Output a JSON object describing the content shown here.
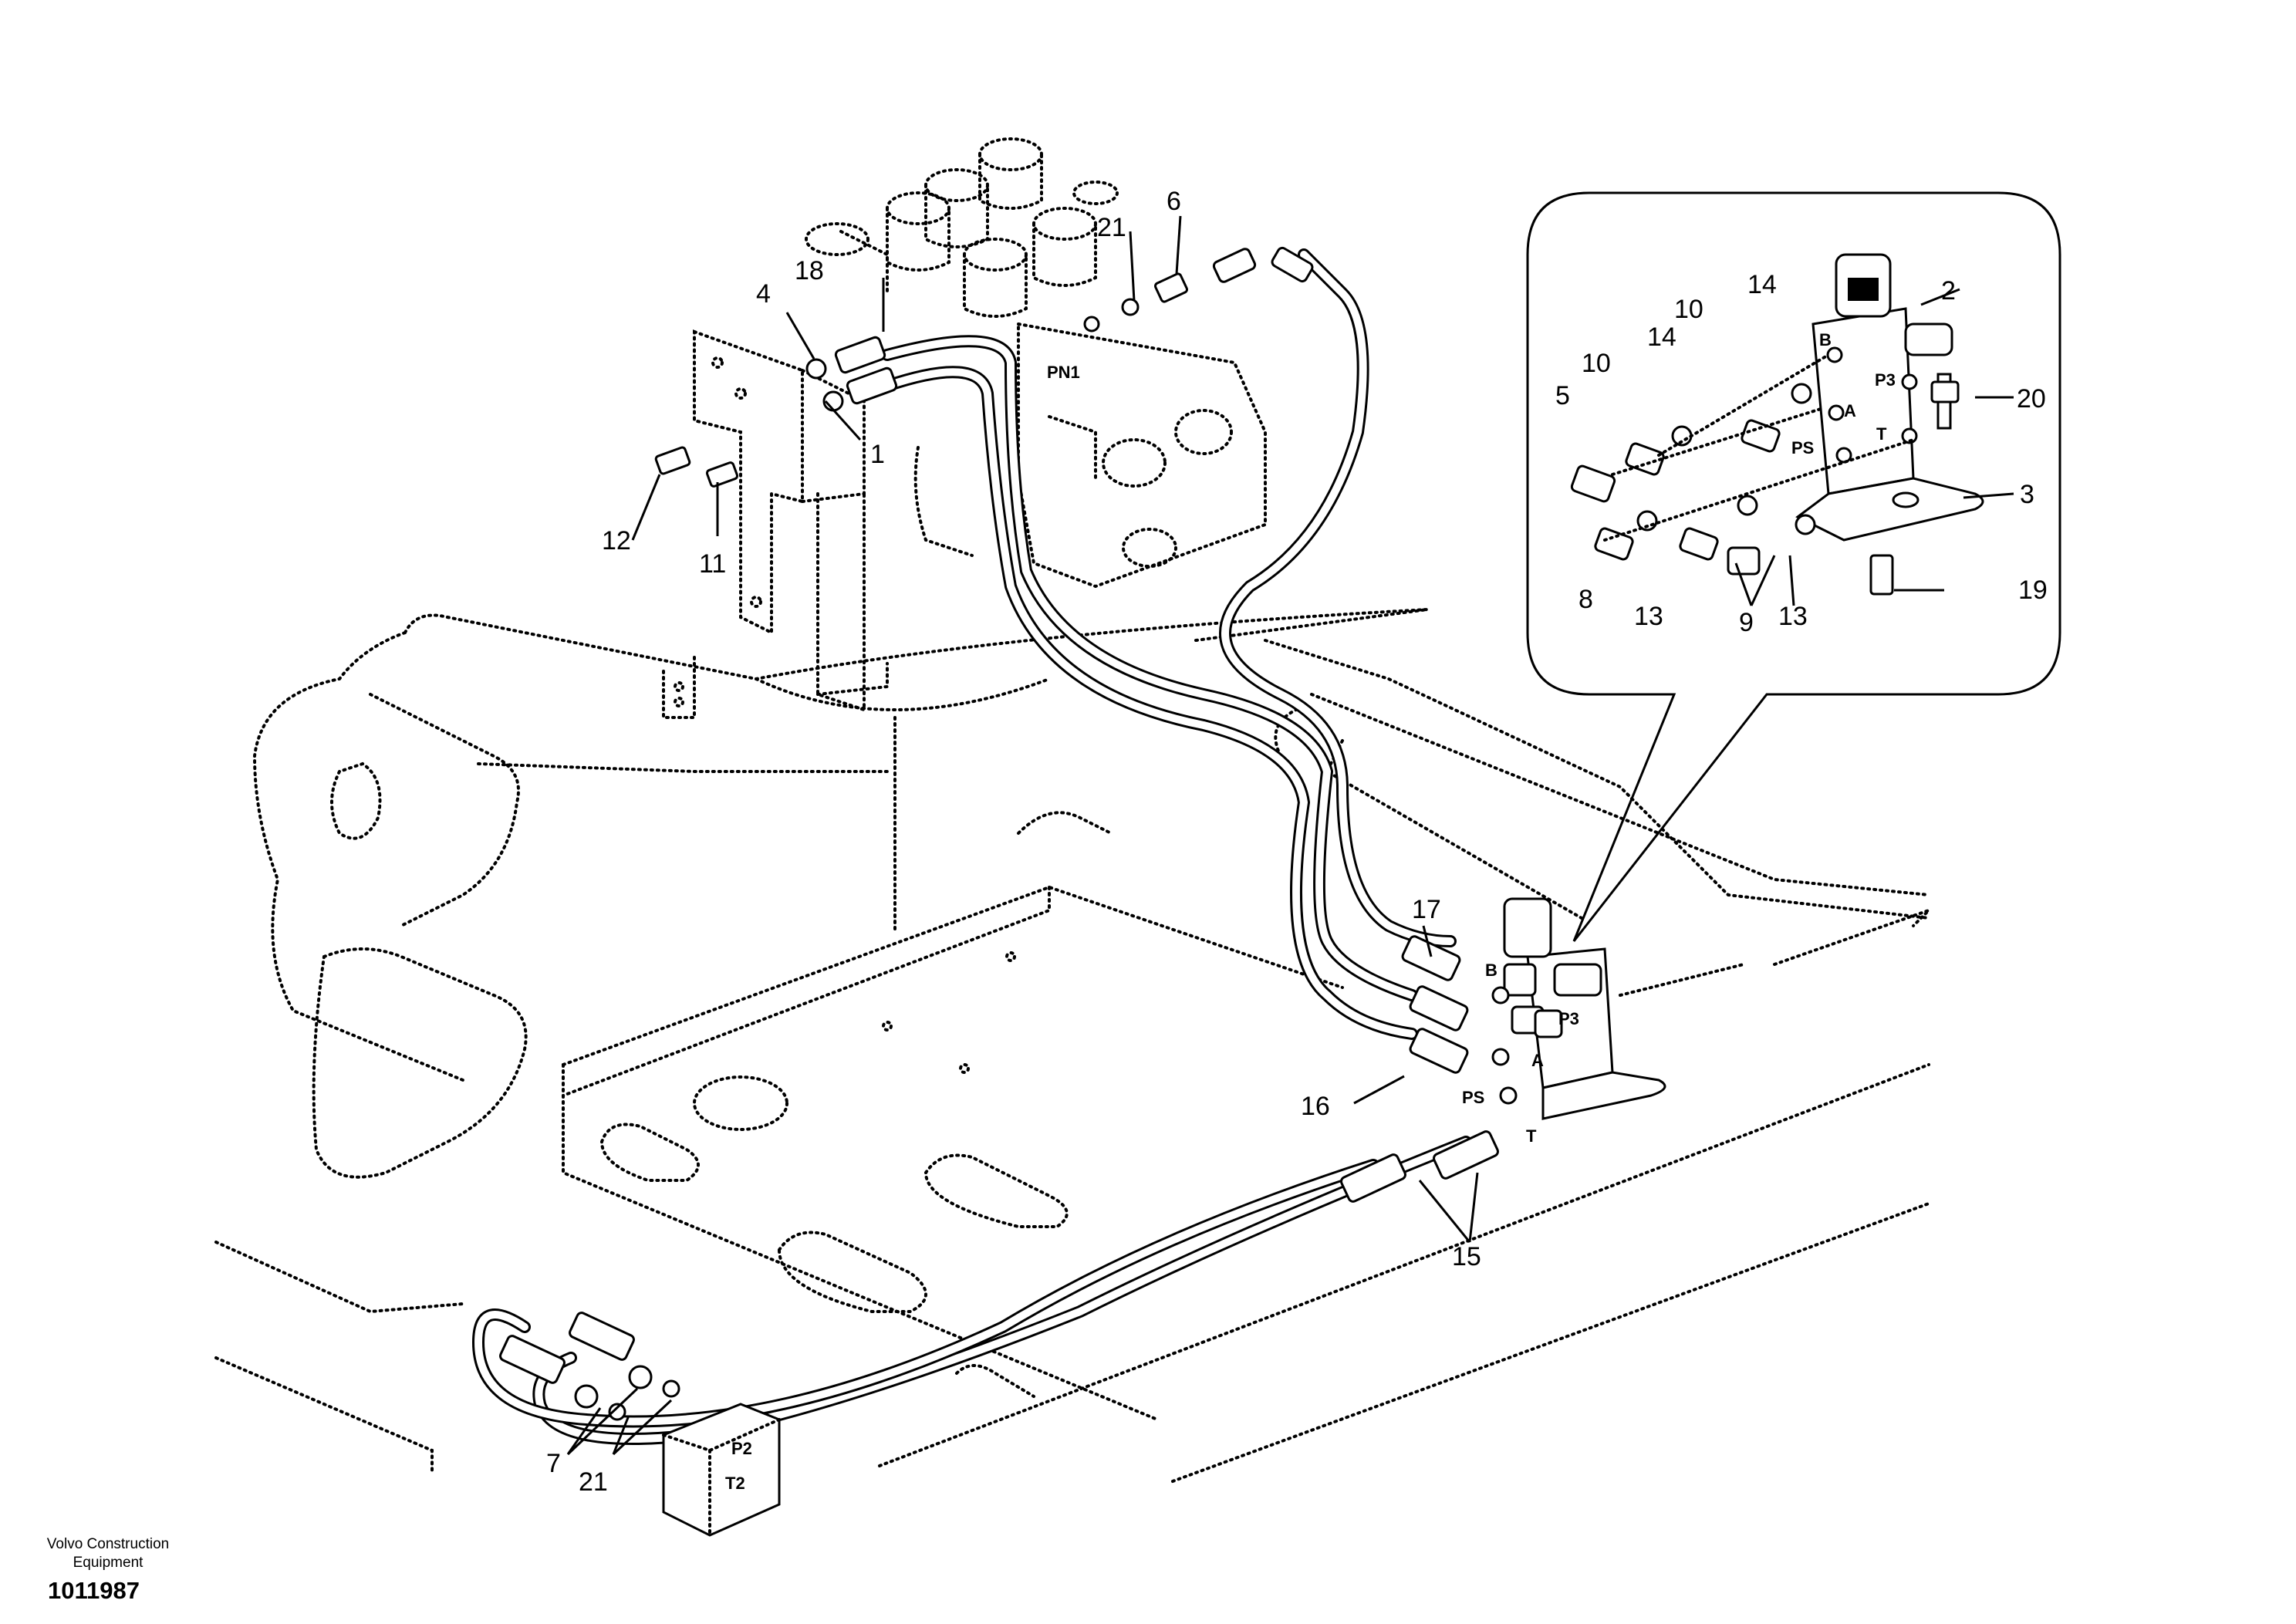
{
  "footer": {
    "company_line1": "Volvo Construction",
    "company_line2": "Equipment",
    "drawing_id": "1011987"
  },
  "callouts": [
    "1",
    "2",
    "3",
    "4",
    "5",
    "6",
    "7",
    "8",
    "9",
    "10",
    "11",
    "12",
    "13",
    "14",
    "15",
    "16",
    "17",
    "18",
    "19",
    "20",
    "21"
  ],
  "port_labels": {
    "pn1": "PN1",
    "a": "A",
    "b": "B",
    "p3": "P3",
    "ps": "PS",
    "t": "T",
    "p2": "P2",
    "t2": "T2"
  }
}
